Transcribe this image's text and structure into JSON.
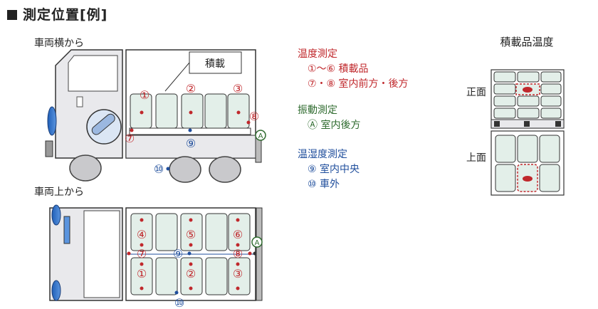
{
  "title": "測定位置[例]",
  "side_view": {
    "label": "車両横から",
    "cargo_tag": "積載"
  },
  "top_view": {
    "label": "車両上から"
  },
  "markers": {
    "m1": "①",
    "m2": "②",
    "m3": "③",
    "m4": "④",
    "m5": "⑤",
    "m6": "⑥",
    "m7": "⑦",
    "m8": "⑧",
    "m9": "⑨",
    "m10": "⑩",
    "A": "A"
  },
  "legend": {
    "temp": {
      "head": "温度測定",
      "items": [
        "①～⑥ 積載品",
        "⑦・⑧ 室内前方・後方"
      ]
    },
    "vib": {
      "head": "振動測定",
      "items": [
        "Ⓐ 室内後方"
      ]
    },
    "humid": {
      "head": "温湿度測定",
      "items": [
        "⑨ 室内中央",
        "⑩ 車外"
      ]
    }
  },
  "cargo_temp": {
    "title": "積載品温度",
    "front_label": "正面",
    "top_label": "上面"
  },
  "colors": {
    "red": "#c0282c",
    "blue": "#1f4e9c",
    "green": "#2f6b2f",
    "box_fill": "#e3efe9",
    "body_fill": "#e9e9ec"
  }
}
